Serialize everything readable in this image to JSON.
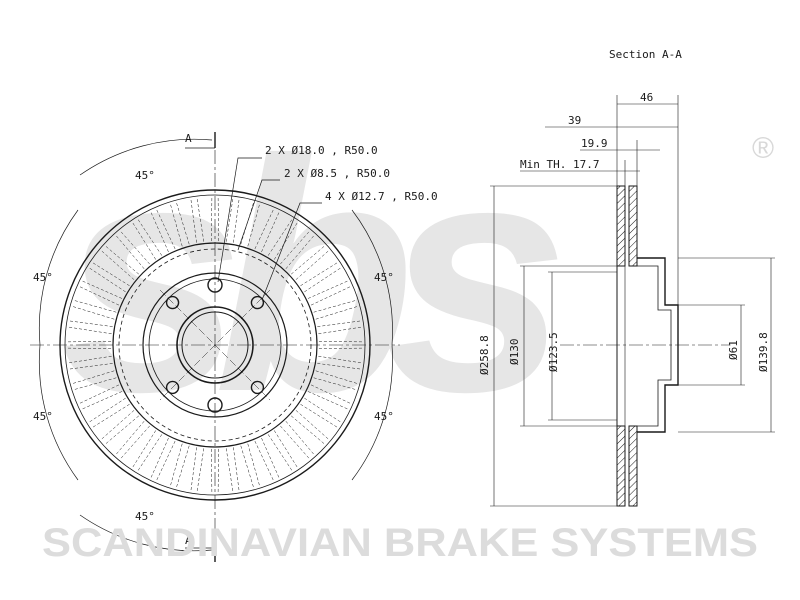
{
  "watermark": {
    "logo": "sbs",
    "brand": "SCANDINAVIAN BRAKE SYSTEMS",
    "registered": "®"
  },
  "front_view": {
    "section_marker_top": "A",
    "section_marker_bottom": "A",
    "angles": [
      "45°",
      "45°",
      "45°",
      "45°",
      "45°",
      "45°"
    ],
    "holes": [
      "2 X Ø18.0 , R50.0",
      "2 X Ø8.5 , R50.0",
      "4 X Ø12.7 , R50.0"
    ]
  },
  "section_view": {
    "title": "Section A-A",
    "widths": {
      "overall": "46",
      "hat": "39",
      "thickness": "19.9",
      "min_thickness": "Min TH. 17.7"
    },
    "diameters": {
      "outer": "Ø258.8",
      "hat_outer": "Ø130",
      "hat_inner": "Ø123.5",
      "center_bore": "Ø61",
      "bolt": "Ø139.8"
    }
  },
  "colors": {
    "line": "#1a1a1a",
    "watermark": "#dcdcdc"
  }
}
